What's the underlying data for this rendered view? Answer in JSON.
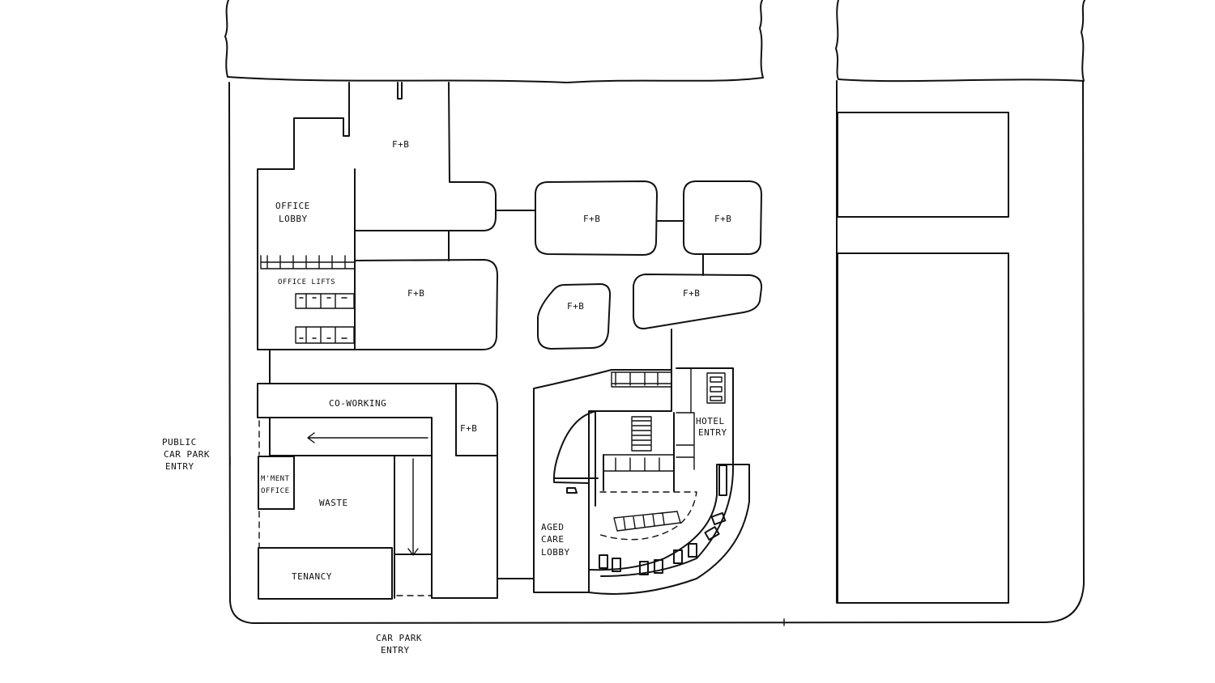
{
  "labels": {
    "fb_north": "F+B",
    "office_lobby_1": "OFFICE",
    "office_lobby_2": "LOBBY",
    "fb_mid_1": "F+B",
    "fb_mid_2": "F+B",
    "office_lifts": "OFFICE LIFTS",
    "fb_west_lower": "F+B",
    "fb_island": "F+B",
    "fb_east": "F+B",
    "co_working": "CO-WORKING",
    "fb_side": "F+B",
    "hotel_1": "HOTEL",
    "hotel_2": "ENTRY",
    "public_car_park_1": "PUBLIC",
    "public_car_park_2": "CAR PARK",
    "public_car_park_3": "ENTRY",
    "mgmt_1": "M'MENT",
    "mgmt_2": "OFFICE",
    "waste": "WASTE",
    "tenancy": "TENANCY",
    "aged_care_1": "AGED",
    "aged_care_2": "CARE",
    "aged_care_3": "LOBBY",
    "car_park_1": "CAR PARK",
    "car_park_2": "ENTRY"
  }
}
